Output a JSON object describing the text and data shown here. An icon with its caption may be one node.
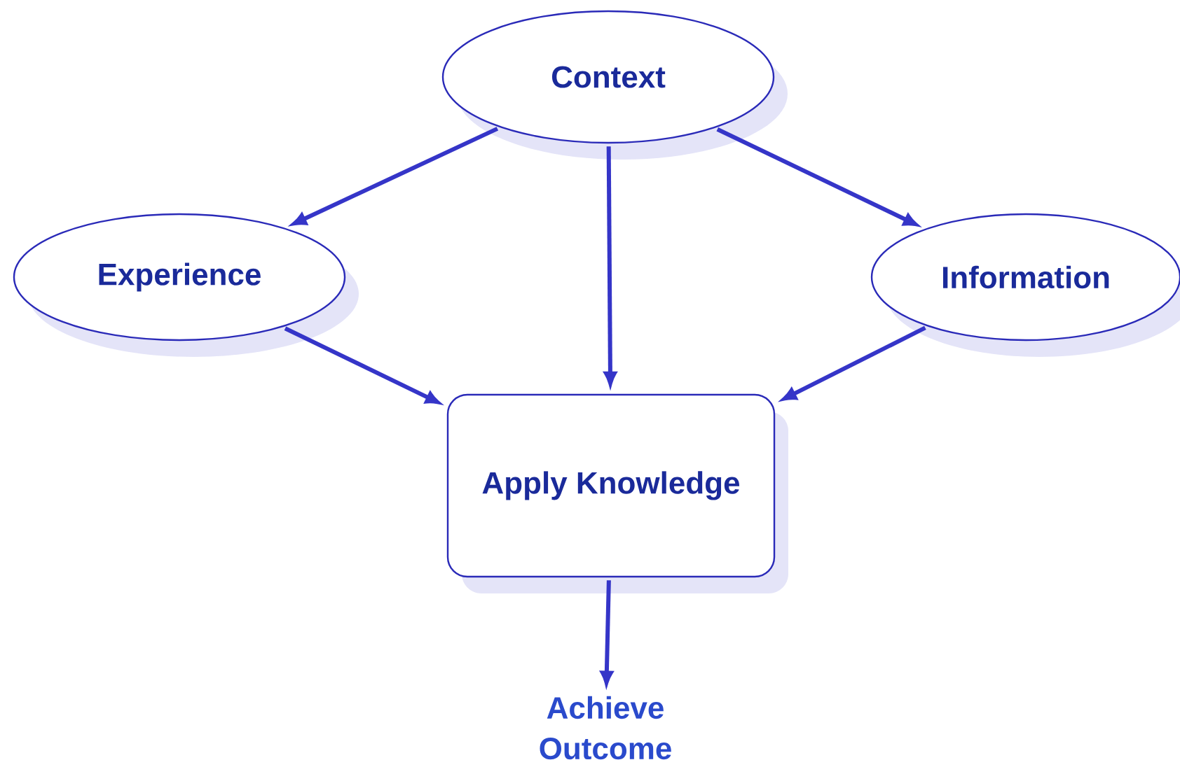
{
  "diagram": {
    "nodes": [
      {
        "text": [
          "Context"
        ]
      },
      {
        "text": [
          "Experience"
        ]
      },
      {
        "text": [
          "Information"
        ]
      },
      {
        "text": [
          "Apply Knowledge"
        ]
      },
      {
        "text": [
          "Achieve Outcome"
        ]
      }
    ],
    "edges": [
      {
        "from": 0,
        "to": 1,
        "arrow": "to"
      },
      {
        "from": 0,
        "to": 3,
        "arrow": "to"
      },
      {
        "from": 0,
        "to": 2,
        "arrow": "to"
      },
      {
        "from": 1,
        "to": 3,
        "arrow": "to"
      },
      {
        "from": 2,
        "to": 3,
        "arrow": "to"
      },
      {
        "from": 3,
        "to": 4,
        "arrow": "to"
      }
    ]
  }
}
